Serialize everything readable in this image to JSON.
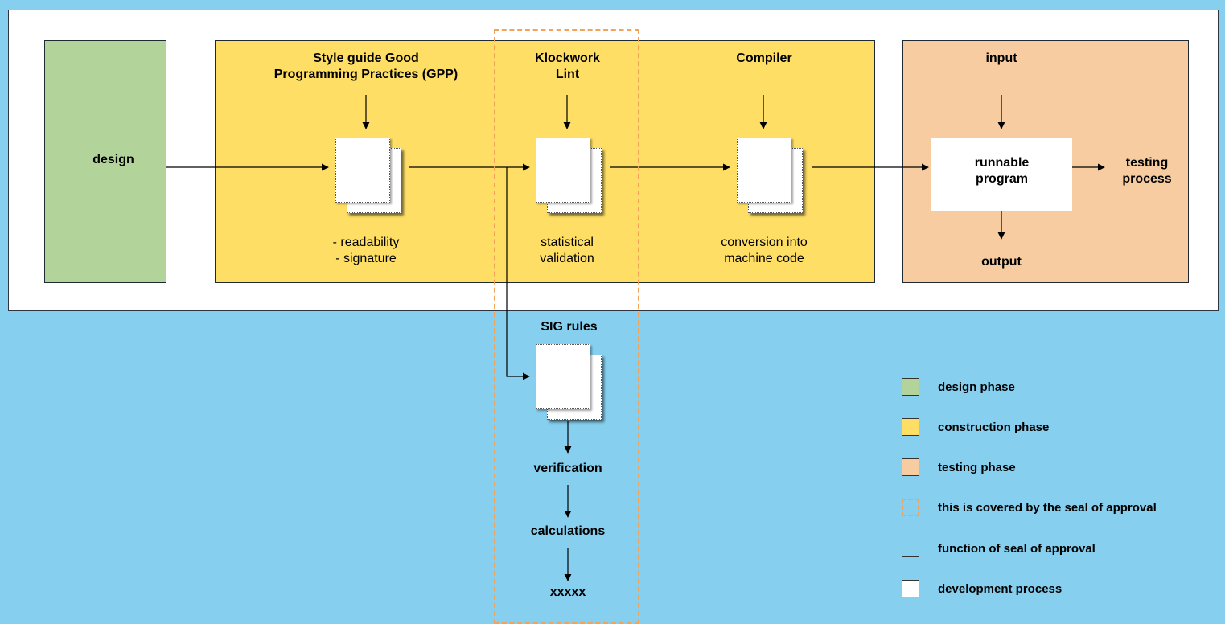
{
  "boxes": {
    "design": "design",
    "style_guide": "Style guide Good\nProgramming Practices (GPP)",
    "klockwork": "Klockwork\nLint",
    "compiler": "Compiler",
    "input": "input",
    "runnable": "runnable\nprogram",
    "testing_process": "testing\nprocess",
    "output": "output",
    "readability": "- readability\n- signature",
    "statistical": "statistical\nvalidation",
    "conversion": "conversion into\nmachine code",
    "sig_rules": "SIG rules",
    "verification": "verification",
    "calculations": "calculations",
    "xxxxx": "xxxxx"
  },
  "legend": [
    {
      "label": "design phase",
      "color": "#b2d39a",
      "style": "solid"
    },
    {
      "label": "construction phase",
      "color": "#fede65",
      "style": "solid"
    },
    {
      "label": "testing phase",
      "color": "#f7cca1",
      "style": "solid"
    },
    {
      "label": "this is covered by the seal of approval",
      "color": "#87cfee",
      "style": "dashed"
    },
    {
      "label": "function of seal of approval",
      "color": "#87cfee",
      "style": "solid"
    },
    {
      "label": "development process",
      "color": "#ffffff",
      "style": "solid"
    }
  ],
  "colors": {
    "background": "#87cfee",
    "design": "#b2d39a",
    "construction": "#fede65",
    "testing": "#f7cca1",
    "seal_border": "#f2a35a"
  }
}
